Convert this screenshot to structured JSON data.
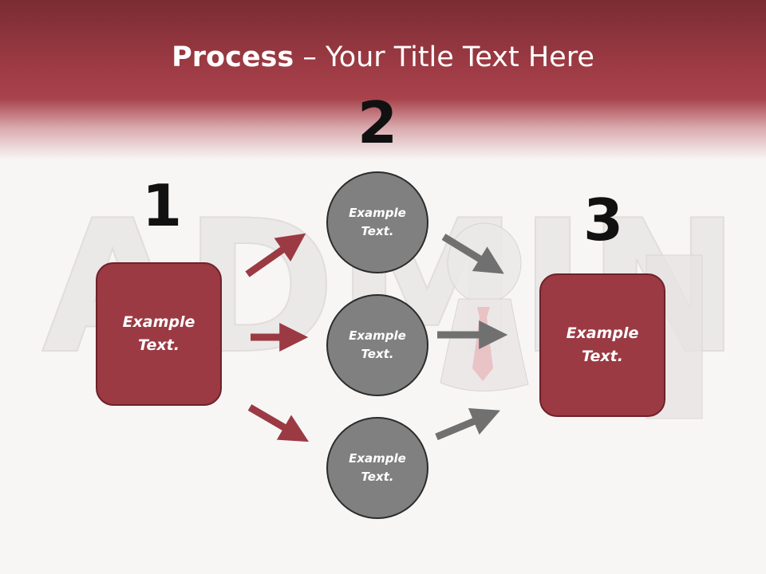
{
  "slide": {
    "title_bold": "Process",
    "title_rest": " – Your Title Text Here"
  },
  "steps": [
    {
      "number": "1",
      "text_line1": "Example",
      "text_line2": "Text."
    },
    {
      "number": "2"
    },
    {
      "number": "3",
      "text_line1": "Example",
      "text_line2": "Text."
    }
  ],
  "circles": [
    {
      "text_line1": "Example",
      "text_line2": "Text."
    },
    {
      "text_line1": "Example",
      "text_line2": "Text."
    },
    {
      "text_line1": "Example",
      "text_line2": "Text."
    }
  ],
  "colors": {
    "header": "#9c3a43",
    "box_fill": "#9b3a43",
    "circle_fill": "#808080",
    "left_arrows": "#9b3a43",
    "right_arrows": "#707070"
  },
  "background_art": {
    "word": "ADMIN",
    "icon": "pawn-with-tie-icon"
  }
}
